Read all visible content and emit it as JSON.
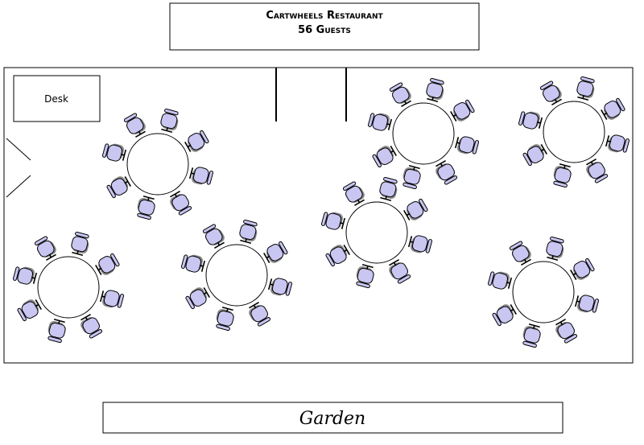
{
  "header": {
    "restaurant_name": "Cartwheels Restaurant",
    "guest_count": "56 Guests"
  },
  "desk": {
    "label": "Desk"
  },
  "garden": {
    "label": "Garden"
  },
  "tables": [
    {
      "name": "table-1",
      "chairs": 8
    },
    {
      "name": "table-2",
      "chairs": 8
    },
    {
      "name": "table-3",
      "chairs": 8
    },
    {
      "name": "table-4",
      "chairs": 8
    },
    {
      "name": "table-5",
      "chairs": 8
    },
    {
      "name": "table-6",
      "chairs": 8
    },
    {
      "name": "table-7",
      "chairs": 8
    }
  ],
  "colors": {
    "chair_fill": "#c9c6f2",
    "chair_shadow": "#8a8a8a",
    "outline": "#000000"
  }
}
